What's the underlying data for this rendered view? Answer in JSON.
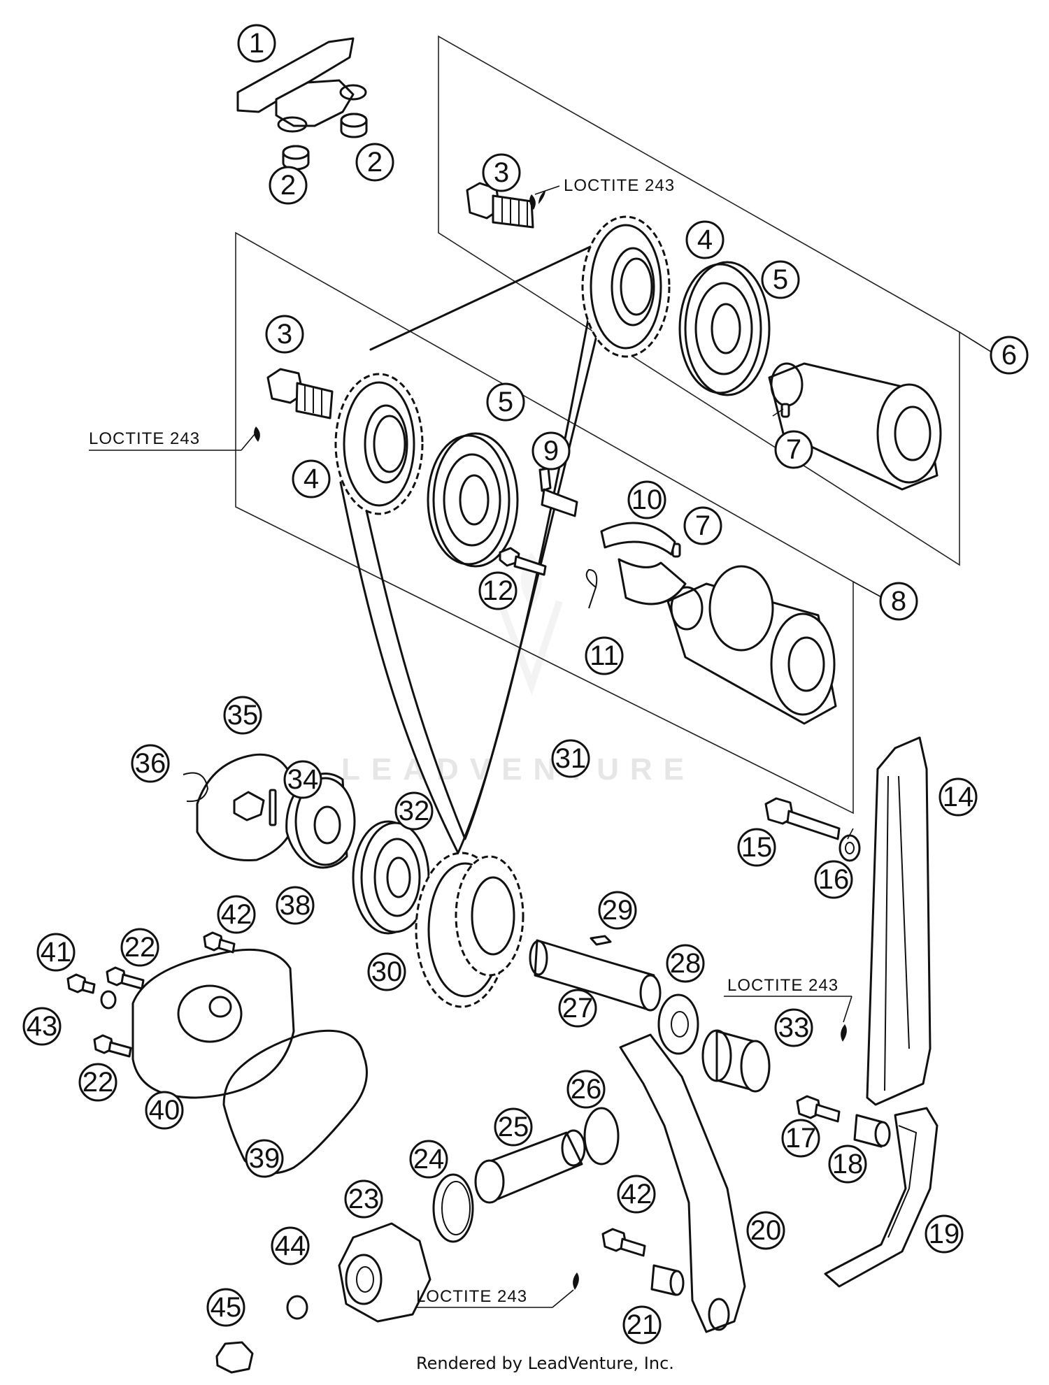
{
  "watermark": {
    "text": "LEADVENTURE"
  },
  "footer": {
    "text": "Rendered by LeadVenture, Inc."
  },
  "notes": {
    "loctite": "LOCTITE 243"
  },
  "callouts": [
    "1",
    "2",
    "2",
    "3",
    "3",
    "4",
    "4",
    "5",
    "5",
    "6",
    "7",
    "7",
    "8",
    "9",
    "10",
    "11",
    "12",
    "14",
    "15",
    "16",
    "17",
    "18",
    "19",
    "20",
    "21",
    "22",
    "22",
    "23",
    "24",
    "25",
    "26",
    "27",
    "28",
    "29",
    "30",
    "31",
    "32",
    "33",
    "34",
    "35",
    "36",
    "38",
    "39",
    "40",
    "41",
    "42",
    "42",
    "43",
    "44",
    "45"
  ]
}
